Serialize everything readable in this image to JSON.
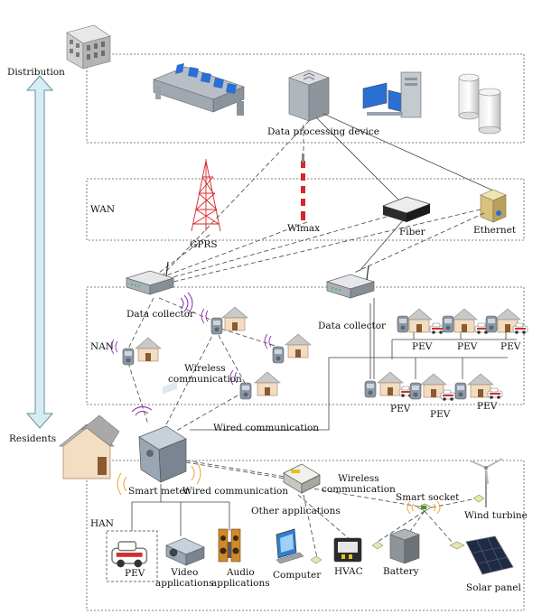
{
  "labels": {
    "distribution": "Distribution",
    "residents": "Residents",
    "wan": "WAN",
    "nan": "NAN",
    "han": "HAN",
    "data_processing_device": "Data processing device",
    "gprs": "GPRS",
    "wimax": "Wimax",
    "fiber": "Fiber",
    "ethernet": "Ethernet",
    "data_collector_left": "Data collector",
    "data_collector_right": "Data collector",
    "wireless_communication_nan": "Wireless\ncommunication",
    "wired_communication_nan": "Wired communication",
    "pev": "PEV",
    "smart_meter": "Smart meter",
    "wired_communication_han": "Wired communication",
    "wireless_communication_han": "Wireless\ncommunication",
    "other_applications": "Other applications",
    "smart_socket": "Smart socket",
    "wind_turbine": "Wind turbine",
    "pev_han": "PEV",
    "video_applications": "Video\napplications",
    "audio_applications": "Audio\napplications",
    "computer": "Computer",
    "hvac": "HVAC",
    "battery": "Battery",
    "solar_panel": "Solar panel"
  },
  "colors": {
    "frame": "#555555",
    "arrow_fill": "#d6ecf3",
    "arrow_stroke": "#6a8fa0",
    "tower_red": "#d9262a",
    "house_wall": "#f1dcc0",
    "house_roof": "#b8b8b8",
    "device_grey": "#9aa3ad",
    "screen_blue": "#2a6fd4",
    "wifi_purple": "#8b2fb0",
    "wifi_orange": "#f0a030",
    "car_red": "#c9302c"
  }
}
